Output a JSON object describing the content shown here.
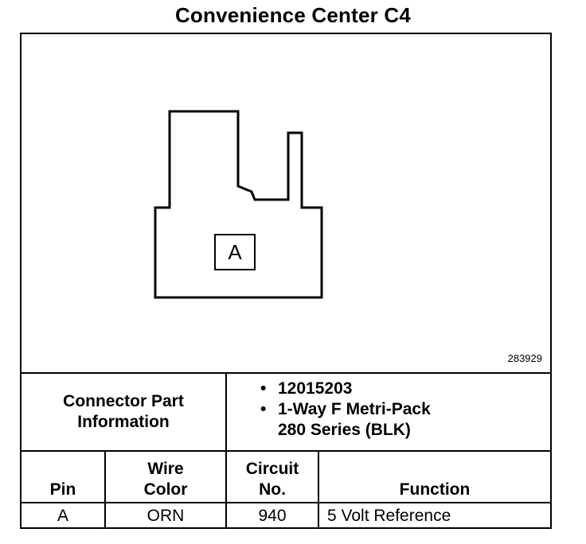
{
  "title": "Convenience Center C4",
  "diagram": {
    "pin_label": "A",
    "image_id": "283929"
  },
  "connector_info": {
    "label_line1": "Connector Part",
    "label_line2": "Information",
    "part_number": "12015203",
    "description_line1": "1-Way F Metri-Pack",
    "description_line2": "280 Series (BLK)"
  },
  "table": {
    "headers": {
      "pin": "Pin",
      "wire_color_line1": "Wire",
      "wire_color_line2": "Color",
      "circuit_line1": "Circuit",
      "circuit_line2": "No.",
      "function": "Function"
    },
    "rows": [
      {
        "pin": "A",
        "wire_color": "ORN",
        "circuit": "940",
        "function": "5 Volt Reference"
      }
    ]
  }
}
